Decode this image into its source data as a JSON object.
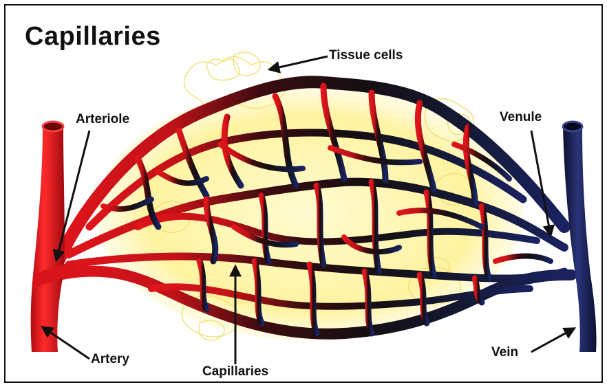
{
  "title": "Capillaries",
  "labels": {
    "tissue_cells": "Tissue cells",
    "arteriole": "Arteriole",
    "venule": "Venule",
    "artery": "Artery",
    "capillaries": "Capillaries",
    "vein": "Vein"
  },
  "colors": {
    "artery": "#d8141a",
    "vein": "#141a44",
    "capillary_dark": "#1a1010",
    "tissue": "#fff6a6",
    "tissue_outline": "#efe070"
  }
}
